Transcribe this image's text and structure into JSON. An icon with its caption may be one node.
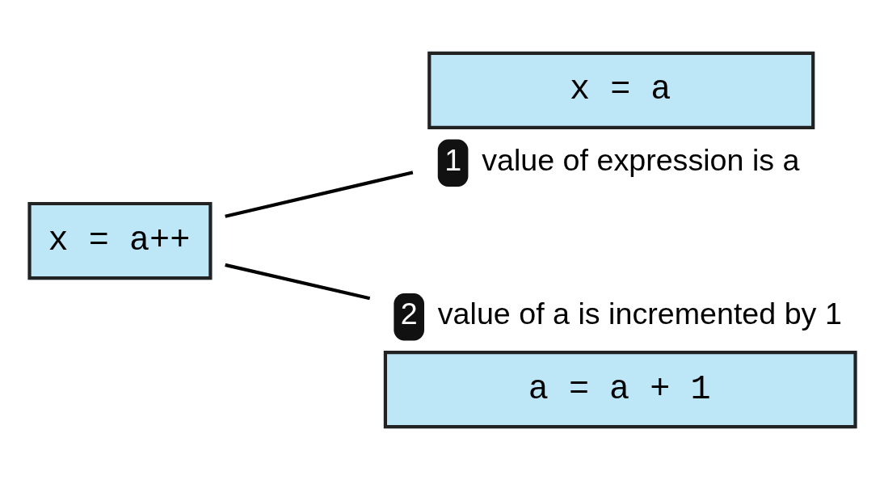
{
  "diagram": {
    "nodes": [
      {
        "text": [
          "x = a++"
        ]
      },
      {
        "text": [
          "x = a"
        ],
        "beside": [
          "1",
          "value of expression is a"
        ]
      },
      {
        "text": [
          "a = a + 1"
        ],
        "beside": [
          "2",
          "value of a is incremented by 1"
        ]
      }
    ],
    "edges": [
      {
        "from": 0,
        "to": 1,
        "arrow": "none"
      },
      {
        "from": 0,
        "to": 2,
        "arrow": "none"
      }
    ]
  }
}
